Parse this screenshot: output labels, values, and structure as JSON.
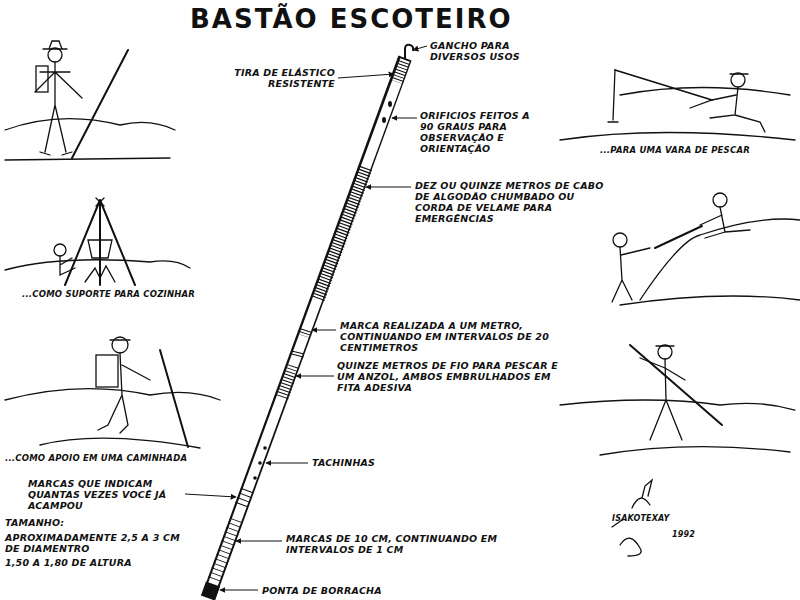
{
  "diagram": {
    "title": "BASTÃO ESCOTEIRO",
    "labels": [
      "GANCHO PARA DIVERSOS USOS",
      "TIRA DE ELÁSTICO RESISTENTE",
      "ORIFICIOS FEITOS A 90 GRAUS PARA OBSERVAÇÃO E ORIENTAÇÃO",
      "...PARA UMA VARA DE PESCAR",
      "DEZ OU QUINZE METROS DE CABO DE ALGODÃO CHUMBADO OU CORDA DE VELAME PARA EMERGÊNCIAS",
      "...COMO SUPORTE PARA COZINHAR",
      "MARCA REALIZADA A UM METRO, CONTINUANDO EM INTERVALOS DE 20 CENTIMETROS",
      "QUINZE METROS DE FIO PARA PESCAR E UM ANZOL, AMBOS EMBRULHADOS EM FITA ADESIVA",
      "...COMO APOIO EM UMA CAMINHADA",
      "TACHINHAS",
      "MARCAS QUE INDICAM QUANTAS VEZES VOCÊ JÁ ACAMPOU",
      "TAMANHO:",
      "APROXIMADAMENTE 2,5 A 3 CM DE DIAMENTRO",
      "1,50 A 1,80 DE ALTURA",
      "MARCAS DE 10 CM, CONTINUANDO EM INTERVALOS DE 1 CM",
      "PONTA DE BORRACHA",
      "ISAKOTEXAY",
      "1992"
    ]
  }
}
